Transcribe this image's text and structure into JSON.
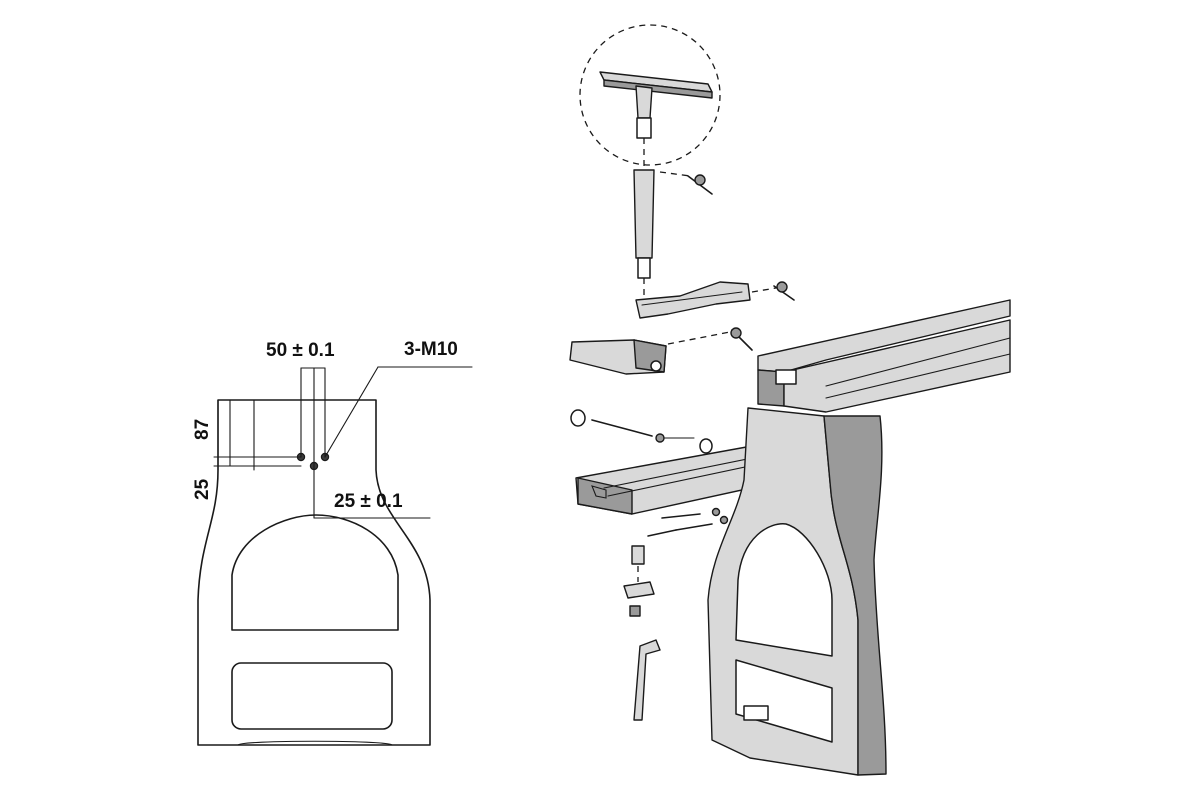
{
  "dimension_drawing": {
    "hole_spacing_label": "50 ± 0.1",
    "thread_callout_label": "3-M10",
    "upper_height_label": "87",
    "lower_height_label": "25",
    "lower_spacing_label": "25 ± 0.1"
  },
  "exploded_view": {
    "parts": [
      "tool-rest-t-bar",
      "tool-rest-post",
      "post-locking-handle",
      "swing-arm",
      "swing-arm-locking-handle",
      "banjo-base",
      "banjo-locking-handle",
      "clamp-bolt",
      "bed-extension",
      "mounting-bolts",
      "clamp-plate",
      "hex-key",
      "lathe-bed",
      "leg-stand"
    ]
  }
}
